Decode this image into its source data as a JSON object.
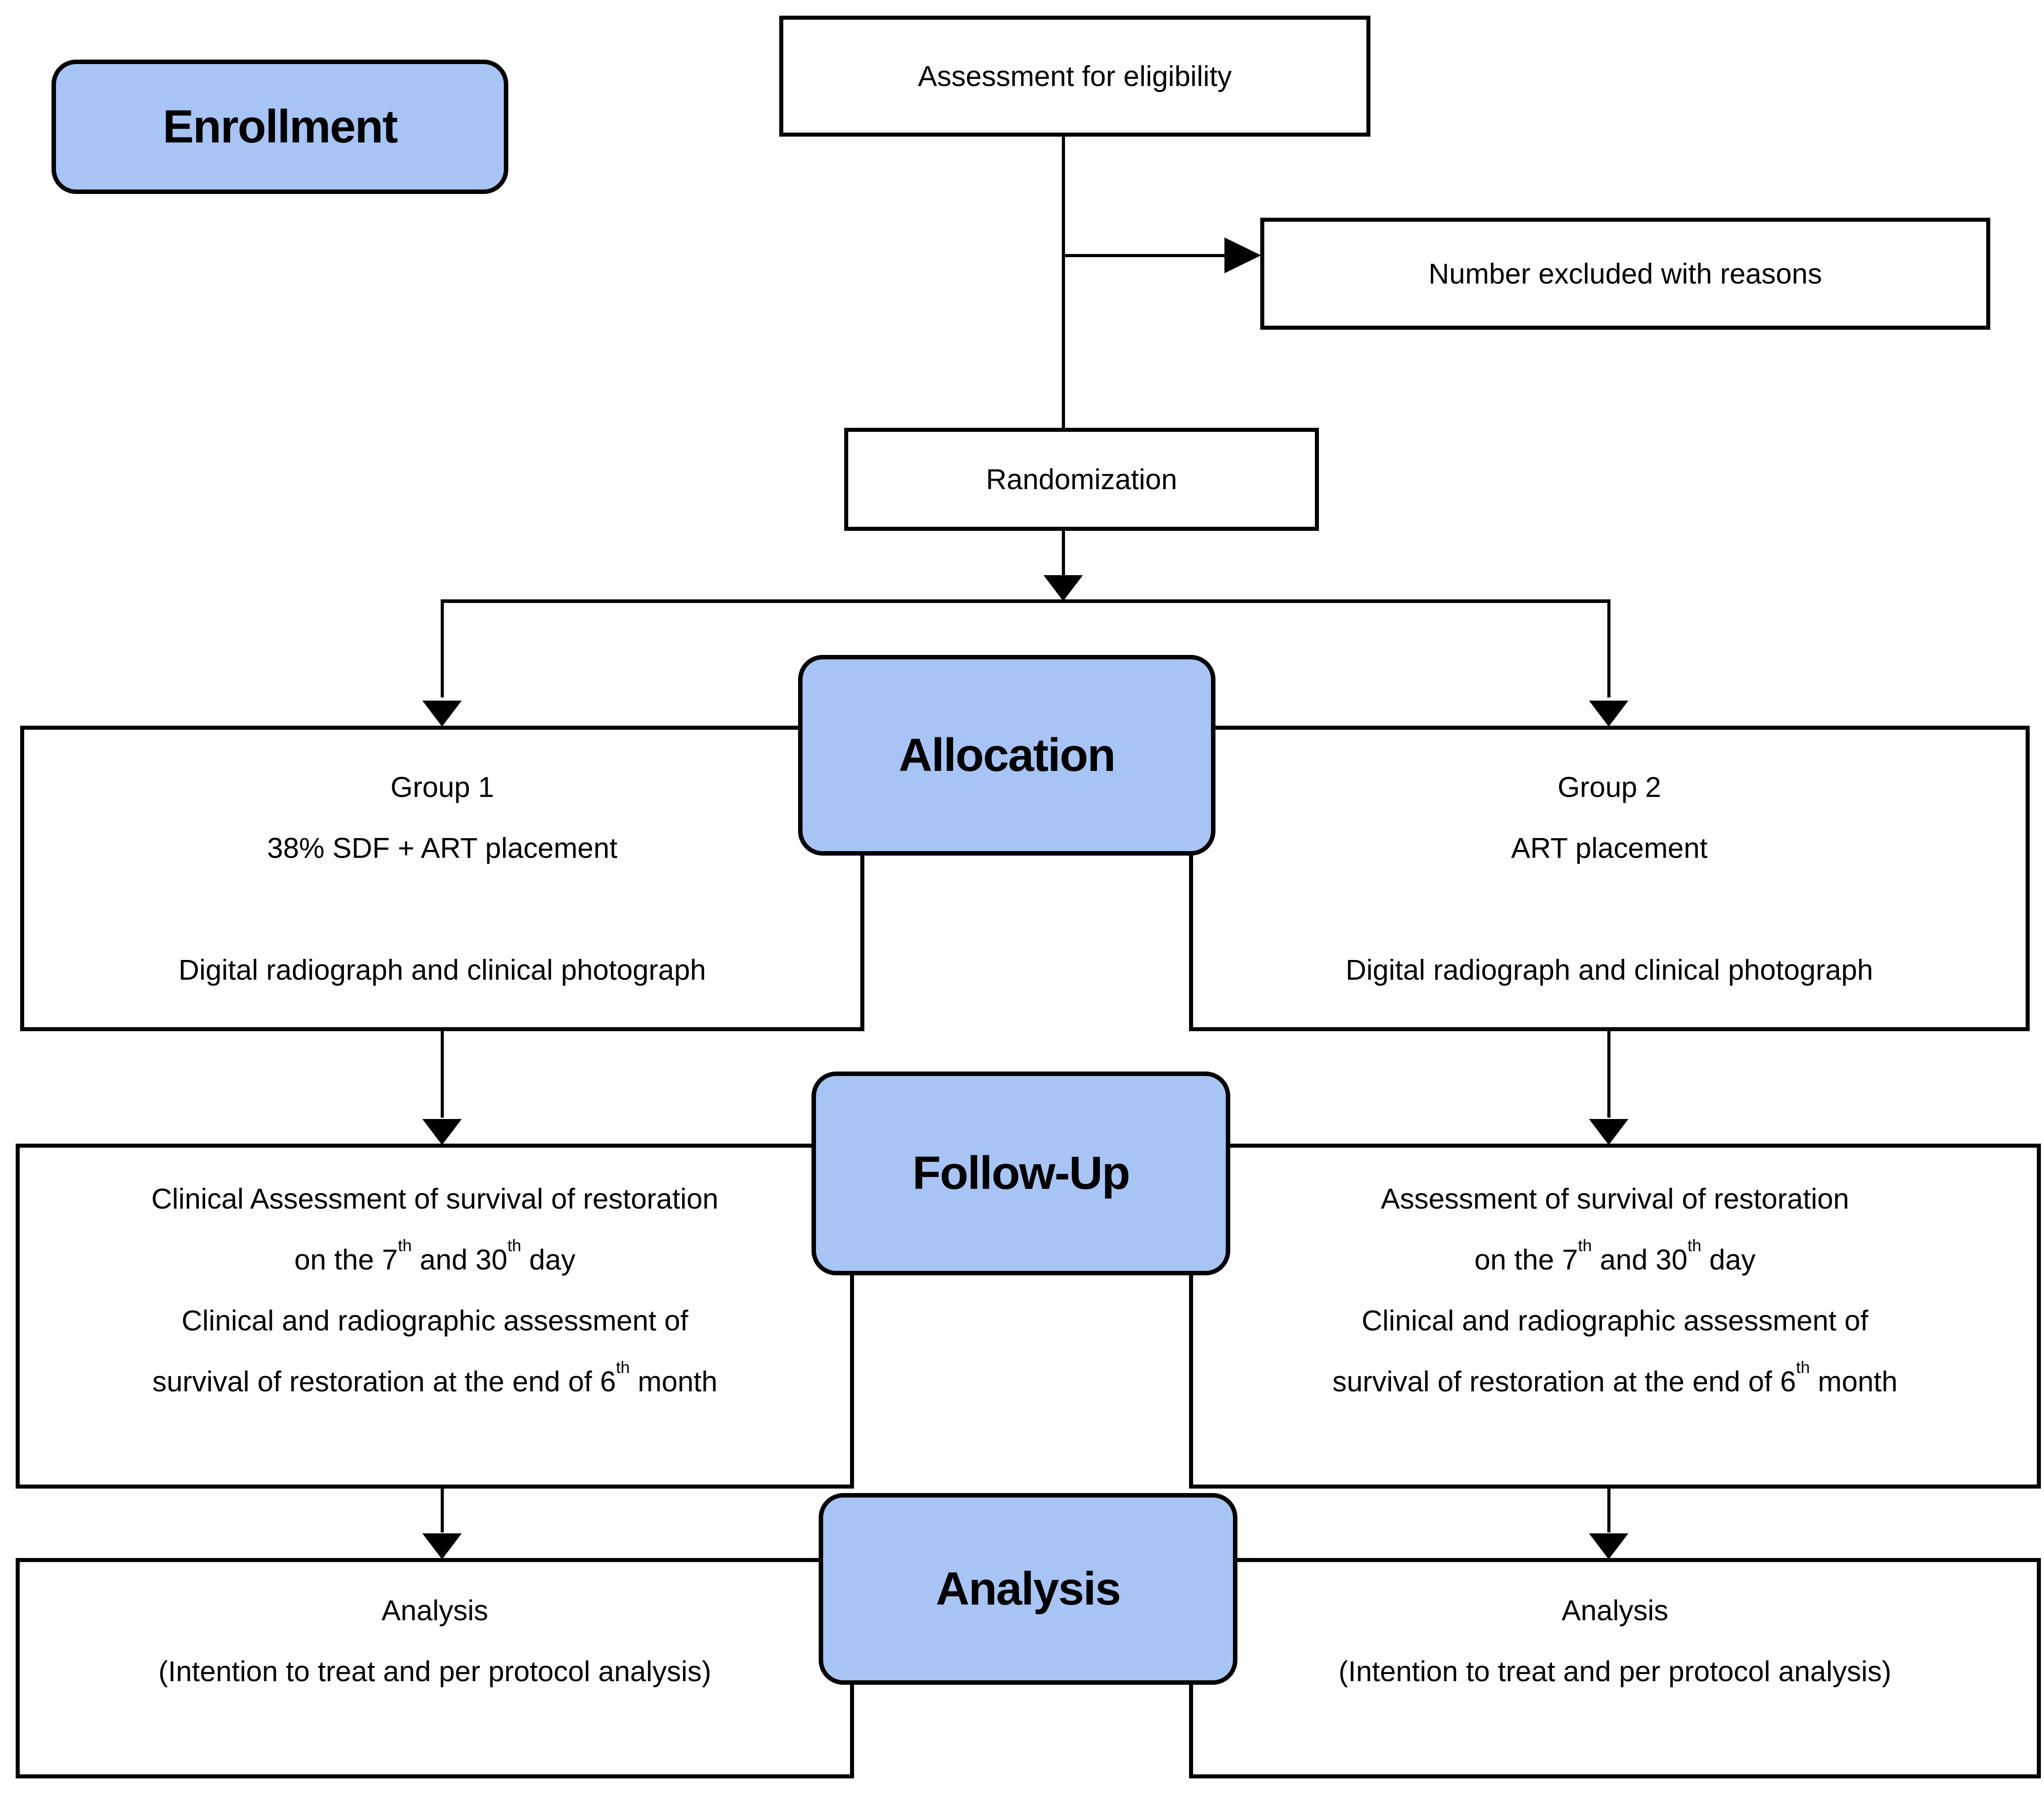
{
  "diagram": {
    "stages": {
      "enrollment": "Enrollment",
      "allocation": "Allocation",
      "followup": "Follow-Up",
      "analysis": "Analysis"
    },
    "nodes": {
      "assessment": {
        "text": "Assessment for eligibility"
      },
      "excluded": {
        "text": "Number excluded with reasons"
      },
      "randomization": {
        "text": "Randomization"
      },
      "group1": {
        "title": "Group 1",
        "intervention": "38% SDF + ART placement",
        "records": "Digital radiograph and clinical photograph"
      },
      "group2": {
        "title": "Group 2",
        "intervention": "ART placement",
        "records": "Digital radiograph and clinical photograph"
      },
      "followup_left": {
        "line1": "Clinical Assessment of survival of restoration",
        "line2": "on the 7^{th} and 30^{th} day",
        "line3": "Clinical and radiographic assessment of",
        "line4": "survival of restoration at the end of 6^{th} month"
      },
      "followup_right": {
        "line1": "Assessment of survival of restoration",
        "line2": "on the 7^{th} and 30^{th} day",
        "line3": "Clinical and radiographic assessment of",
        "line4": "survival of restoration at the end of 6^{th} month"
      },
      "analysis_left": {
        "line1": "Analysis",
        "line2": "(Intention to treat and per protocol analysis)"
      },
      "analysis_right": {
        "line1": "Analysis",
        "line2": "(Intention to treat and per protocol analysis)"
      }
    },
    "colors": {
      "stage_fill": "#a8c4f5",
      "line": "#000000",
      "box_fill": "#ffffff",
      "background": "#ffffff"
    }
  }
}
